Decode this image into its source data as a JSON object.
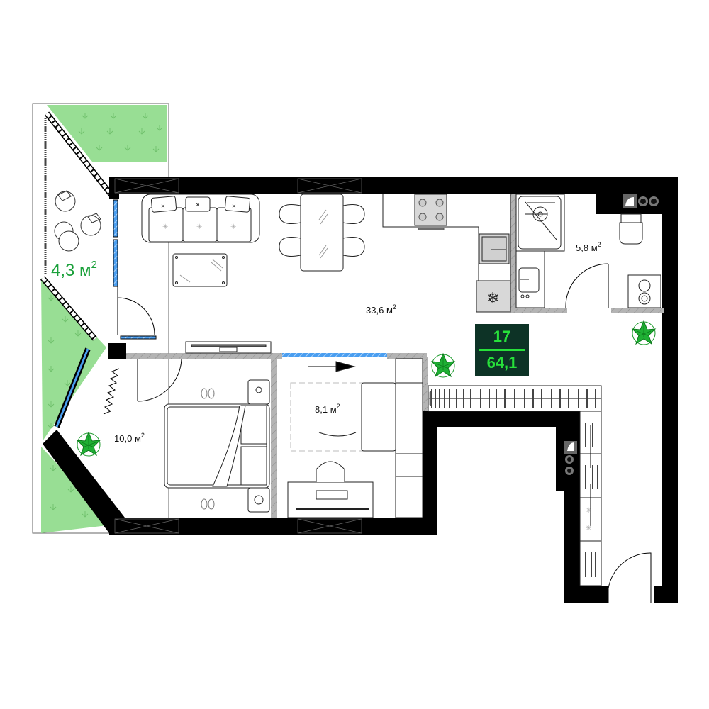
{
  "plan": {
    "apartment_number": "17",
    "total_area": "64,1",
    "unit": "м",
    "colors": {
      "wall": "#000000",
      "partition": "#a8a8a8",
      "lawn": "#98de94",
      "glass": "#4a9ef0",
      "badge_bg": "#0d3326",
      "badge_text": "#27e03a",
      "balcony_text": "#1aa03a",
      "plant": "#1a9a2a"
    },
    "rooms": [
      {
        "id": "balcony",
        "area": "4,3",
        "sup": "2"
      },
      {
        "id": "living-kitchen",
        "area": "33,6",
        "sup": "2"
      },
      {
        "id": "bathroom",
        "area": "5,8",
        "sup": "2"
      },
      {
        "id": "bedroom",
        "area": "10,0",
        "sup": "2"
      },
      {
        "id": "study",
        "area": "8,1",
        "sup": "2"
      }
    ]
  }
}
